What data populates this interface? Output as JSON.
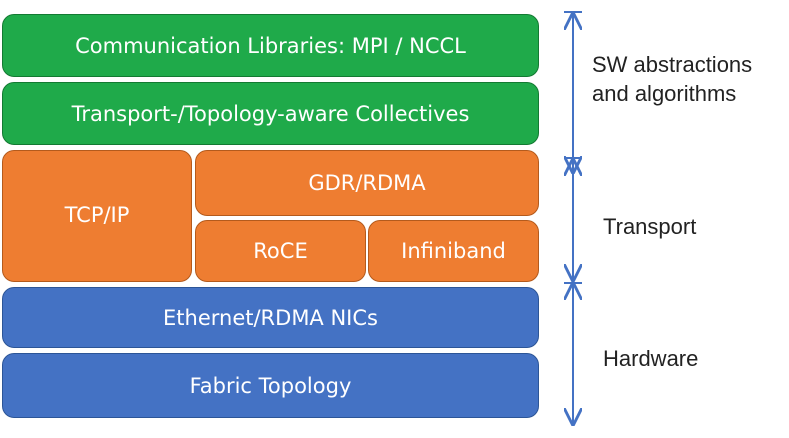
{
  "layers": {
    "comm_libraries": "Communication Libraries: MPI / NCCL",
    "collectives": "Transport-/Topology-aware Collectives",
    "tcp_ip": "TCP/IP",
    "gdr_rdma": "GDR/RDMA",
    "roce": "RoCE",
    "infiniband": "Infiniband",
    "nics": "Ethernet/RDMA NICs",
    "fabric": "Fabric Topology"
  },
  "groups": {
    "sw_line1": "SW abstractions",
    "sw_line2": "and algorithms",
    "transport": "Transport",
    "hardware": "Hardware"
  },
  "colors": {
    "sw": "#1faa4a",
    "transport": "#ee7d31",
    "hardware": "#4472c4",
    "bracket": "#4472c4"
  }
}
